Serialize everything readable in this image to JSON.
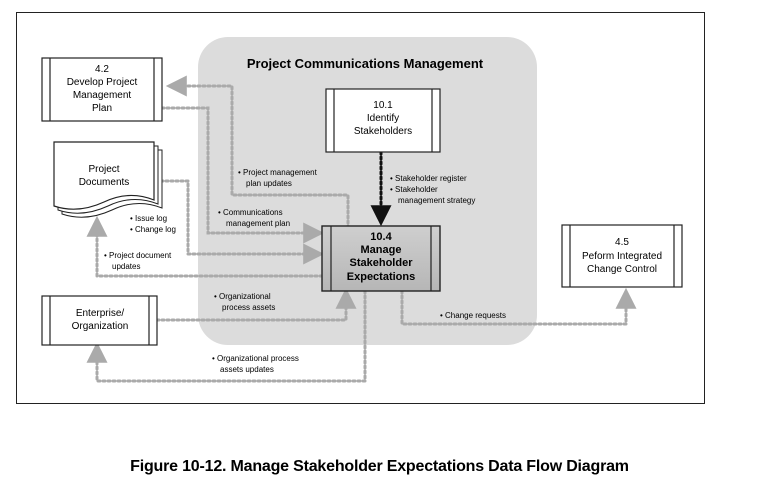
{
  "diagram": {
    "group_title": "Project Communications Management",
    "processes": {
      "develop_pm_plan": {
        "number": "4.2",
        "lines": [
          "Develop Project",
          "Management",
          "Plan"
        ]
      },
      "identify_stakeholders": {
        "number": "10.1",
        "lines": [
          "Identify",
          "Stakeholders"
        ]
      },
      "manage_expectations": {
        "number": "10.4",
        "lines": [
          "Manage",
          "Stakeholder",
          "Expectations"
        ]
      },
      "integrated_change": {
        "number": "4.5",
        "lines": [
          "Peform Integrated",
          "Change Control"
        ]
      }
    },
    "stores": {
      "project_documents": {
        "lines": [
          "Project",
          "Documents"
        ]
      },
      "enterprise": {
        "lines": [
          "Enterprise/",
          "Organization"
        ]
      }
    },
    "labels": {
      "pmp_updates": [
        "• Project management",
        "plan updates"
      ],
      "comm_plan": [
        "• Communications",
        "management plan"
      ],
      "issue_log": [
        "• Issue log",
        "• Change log"
      ],
      "doc_updates": [
        "• Project document",
        "updates"
      ],
      "stakeholder_info": [
        "• Stakeholder register",
        "• Stakeholder",
        "management strategy"
      ],
      "org_assets": [
        "• Organizational",
        "process assets"
      ],
      "org_updates": [
        "• Organizational process",
        "assets updates"
      ],
      "change_requests": [
        "• Change requests"
      ]
    }
  },
  "caption": "Figure 10-12. Manage Stakeholder Expectations Data Flow Diagram"
}
